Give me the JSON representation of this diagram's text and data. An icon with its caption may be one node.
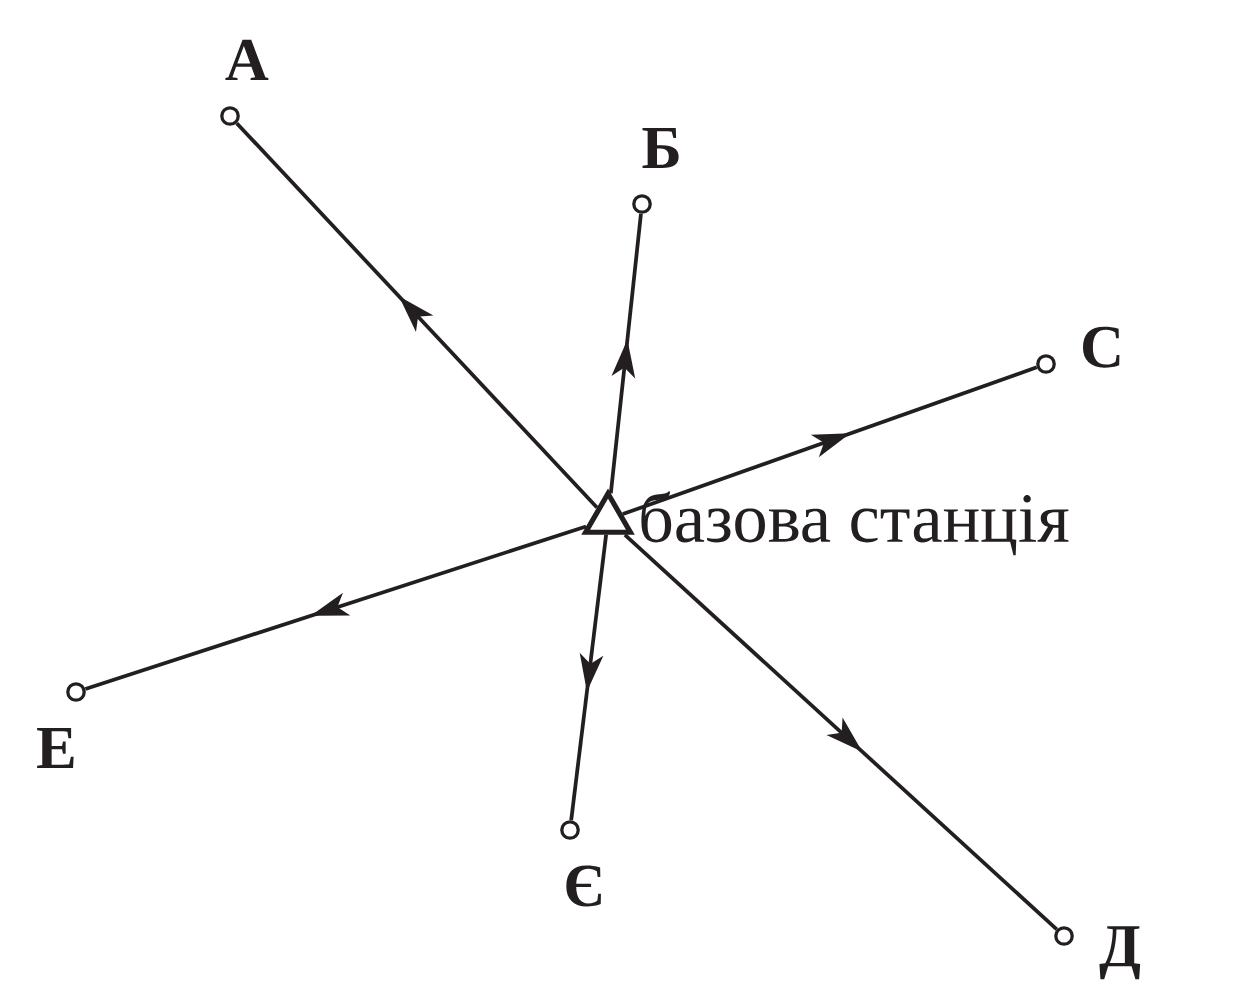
{
  "diagram": {
    "nodes": [
      {
        "text": [],
        "shape": "triangle",
        "beside": [
          "базова станція"
        ]
      },
      {
        "text": [
          "А"
        ]
      },
      {
        "text": [
          "Б"
        ]
      },
      {
        "text": [
          "С"
        ]
      },
      {
        "text": [
          "Е"
        ]
      },
      {
        "text": [
          "Є"
        ]
      },
      {
        "text": [
          "Д"
        ]
      }
    ],
    "edges": [
      {
        "from": 0,
        "to": 1,
        "arrow": "to"
      },
      {
        "from": 0,
        "to": 2,
        "arrow": "to"
      },
      {
        "from": 0,
        "to": 3,
        "arrow": "to"
      },
      {
        "from": 0,
        "to": 4,
        "arrow": "to"
      },
      {
        "from": 0,
        "to": 5,
        "arrow": "to"
      },
      {
        "from": 0,
        "to": 6,
        "arrow": "to"
      }
    ]
  }
}
